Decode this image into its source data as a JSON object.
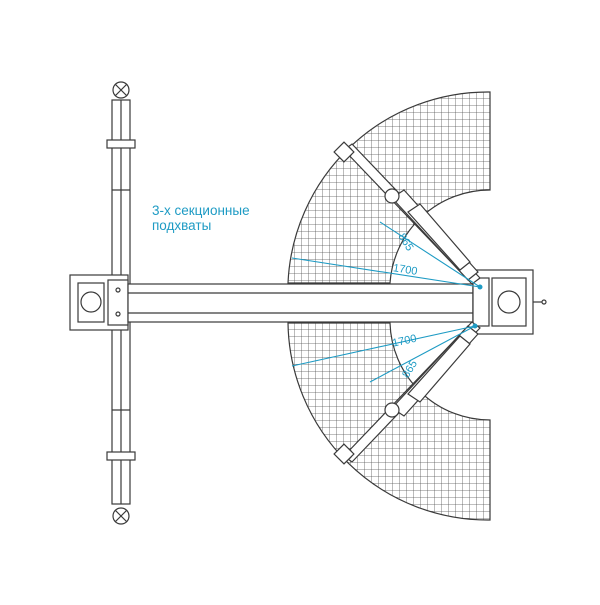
{
  "caption": {
    "line1": "3-х секционные",
    "line2": "подхваты"
  },
  "dimensions": {
    "upper_short": "865",
    "upper_long": "1700",
    "lower_long": "1700",
    "lower_short": "865"
  },
  "colors": {
    "accent": "#1e9bc4",
    "line": "#3a3a3a",
    "grid": "#555555"
  }
}
